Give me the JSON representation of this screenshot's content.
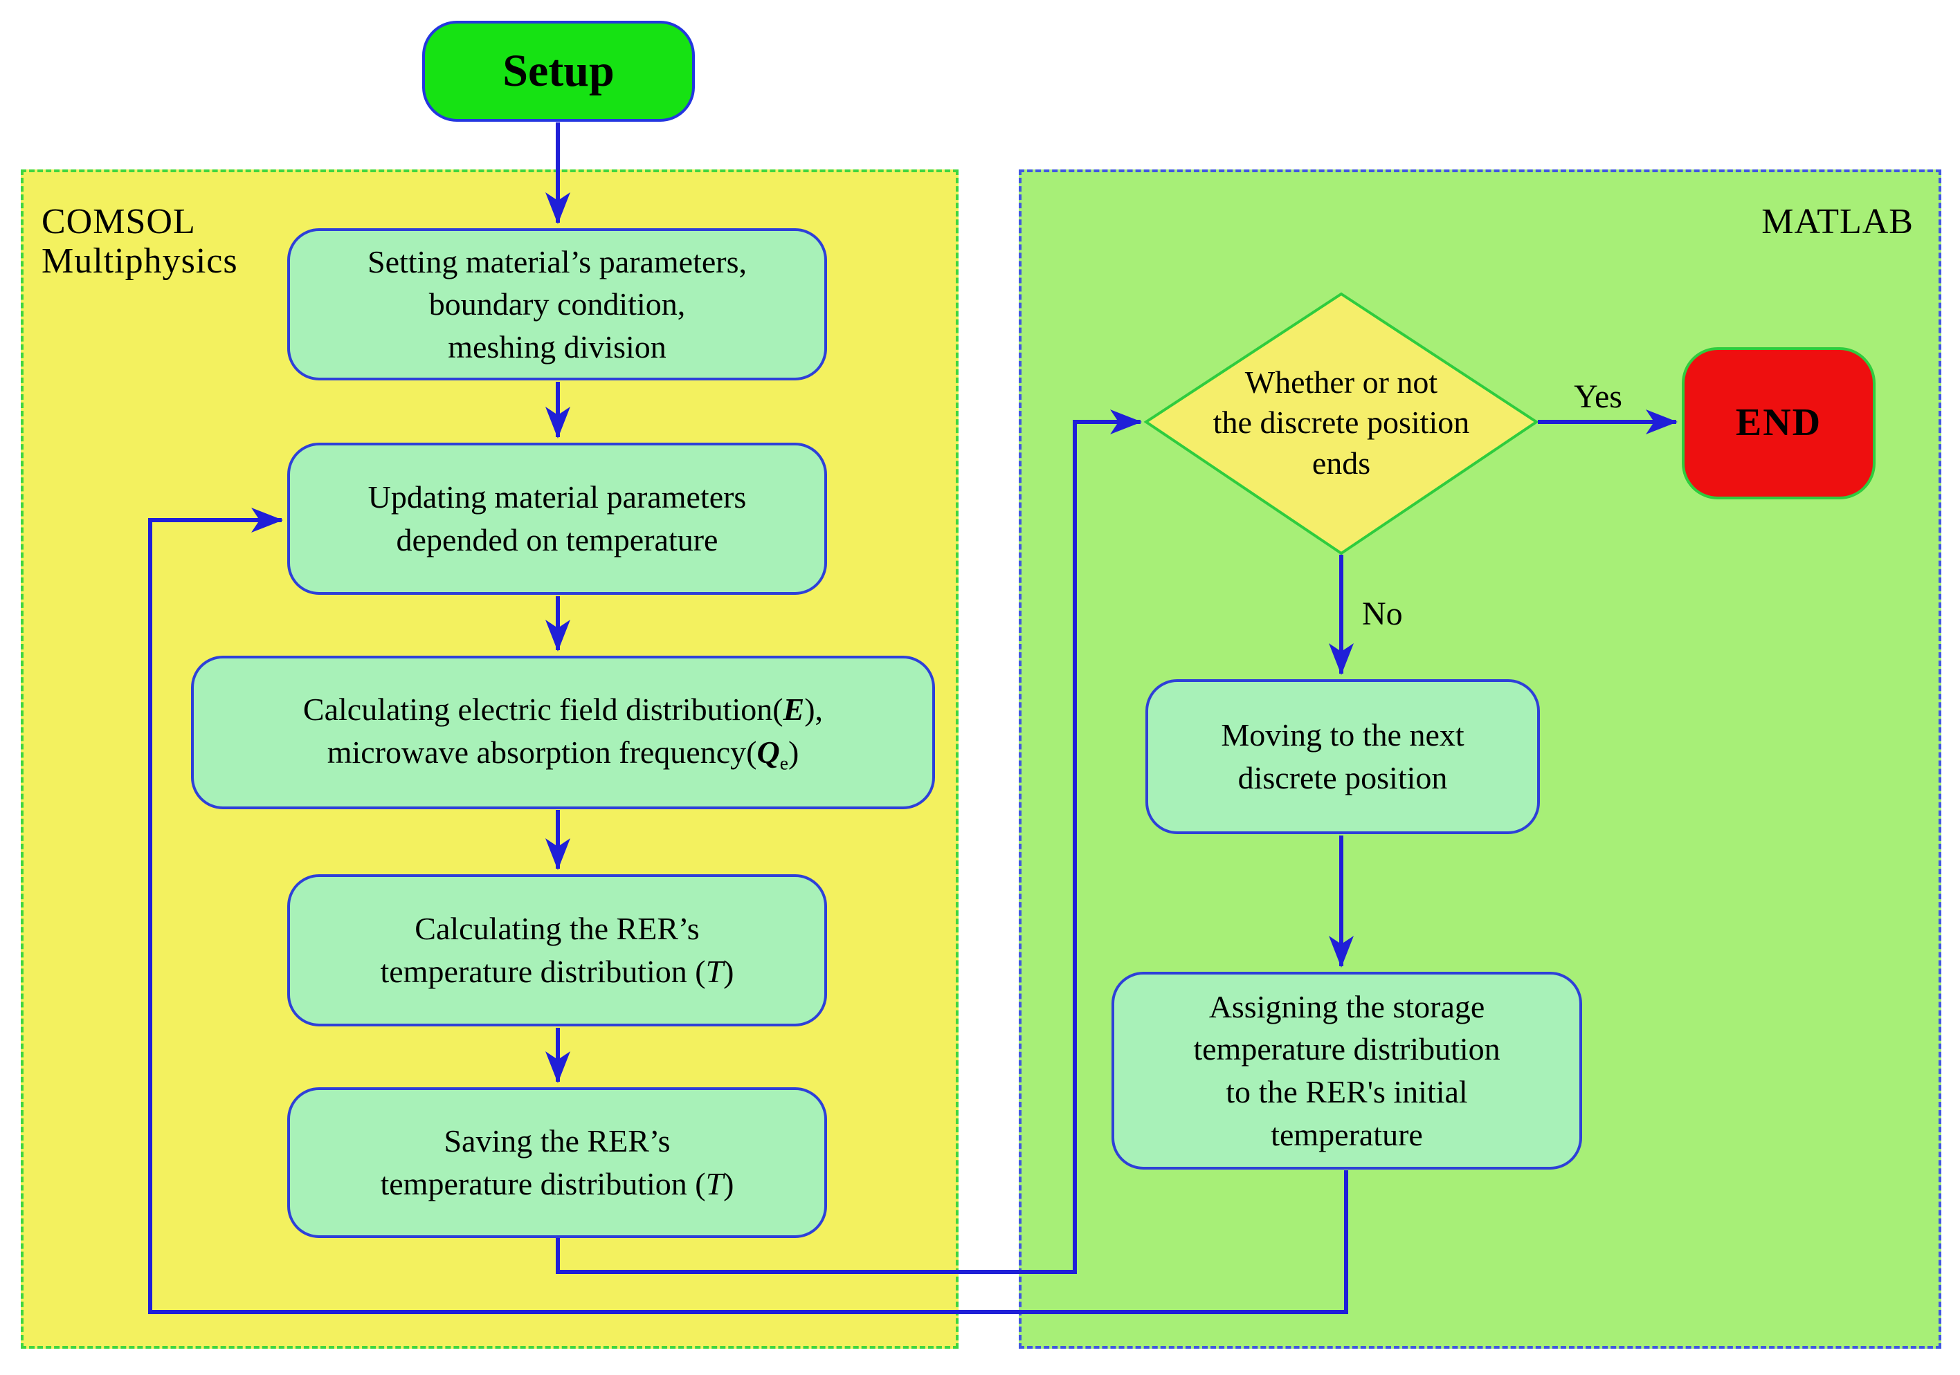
{
  "figure": {
    "type": "flowchart"
  },
  "colors": {
    "comsol_fill": "#f3f15f",
    "comsol_border": "#3fd63f",
    "matlab_fill": "#a7ef77",
    "matlab_border": "#4156e2",
    "node_fill": "#a8f1b8",
    "node_border": "#2e40d8",
    "setup_fill": "#16e213",
    "setup_border": "#2436e0",
    "diamond_fill": "#f5ee6b",
    "diamond_border": "#2ecc3e",
    "end_fill": "#ee0f0f",
    "end_border": "#2ecc3e",
    "edge": "#1f1fd8",
    "text": "#000000"
  },
  "regions": {
    "comsol": {
      "label_lines": [
        [
          "COMSOL"
        ],
        [
          "Multiphysics"
        ]
      ]
    },
    "matlab": {
      "label": "MATLAB"
    }
  },
  "nodes": {
    "setup": {
      "label": "Setup"
    },
    "setting": {
      "lines": [
        [
          "Setting material’s parameters,"
        ],
        [
          "boundary condition,"
        ],
        [
          "meshing division"
        ]
      ]
    },
    "updating": {
      "lines": [
        [
          "Updating material parameters"
        ],
        [
          "depended on temperature"
        ]
      ]
    },
    "calc_field": {
      "lines": [
        [
          "Calculating electric field distribution(",
          {
            "t": "E",
            "bi": true
          },
          "),"
        ],
        [
          "microwave absorption frequency(",
          {
            "t": "Q",
            "bi": true
          },
          {
            "t": "e",
            "sub": true
          },
          ")"
        ]
      ]
    },
    "calc_temp": {
      "lines": [
        [
          "Calculating the RER’s"
        ],
        [
          "temperature distribution (",
          {
            "t": "T",
            "i": true
          },
          ")"
        ]
      ]
    },
    "saving": {
      "lines": [
        [
          "Saving the RER’s"
        ],
        [
          "temperature distribution (",
          {
            "t": "T",
            "i": true
          },
          ")"
        ]
      ]
    },
    "decision": {
      "lines": [
        [
          "Whether or not"
        ],
        [
          "the discrete position"
        ],
        [
          "ends"
        ]
      ]
    },
    "moving": {
      "lines": [
        [
          "Moving to the next"
        ],
        [
          "discrete position"
        ]
      ]
    },
    "assigning": {
      "lines": [
        [
          "Assigning the storage"
        ],
        [
          "temperature distribution"
        ],
        [
          "to the RER's initial"
        ],
        [
          "temperature"
        ]
      ]
    },
    "end": {
      "label": "END"
    }
  },
  "edges": {
    "yes_label": "Yes",
    "no_label": "No"
  }
}
